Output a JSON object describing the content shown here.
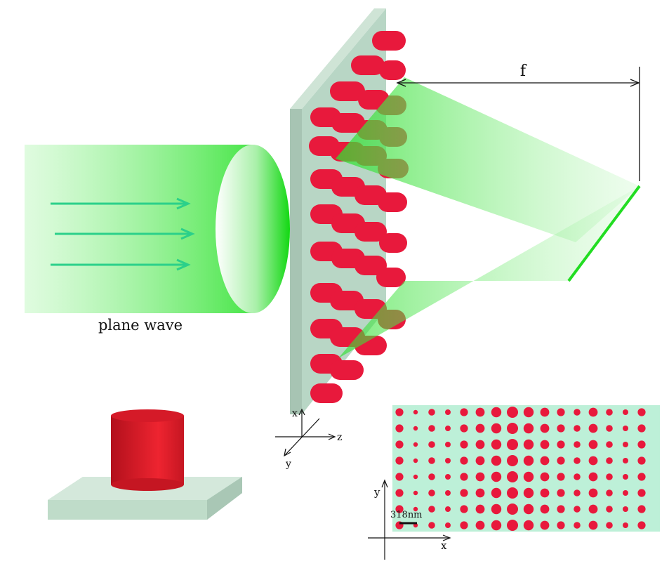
{
  "labels": {
    "plane_wave": "plane wave",
    "focal_length": "f",
    "axis_x": "x",
    "axis_y": "y",
    "axis_z": "z",
    "inset_axis_x": "x",
    "inset_axis_y": "y",
    "period": "318nm"
  },
  "colors": {
    "pillar_red": "#e8193c",
    "substrate": "#bcd8c6",
    "beam_green": "#22dd22",
    "arrow_green": "#2bd08a",
    "inset_background": "#bdf0d8"
  },
  "inset_dot_radius_pattern": [
    7,
    4,
    6,
    5,
    7,
    8,
    9,
    10,
    9,
    8,
    7,
    6,
    8,
    6,
    5,
    7
  ]
}
